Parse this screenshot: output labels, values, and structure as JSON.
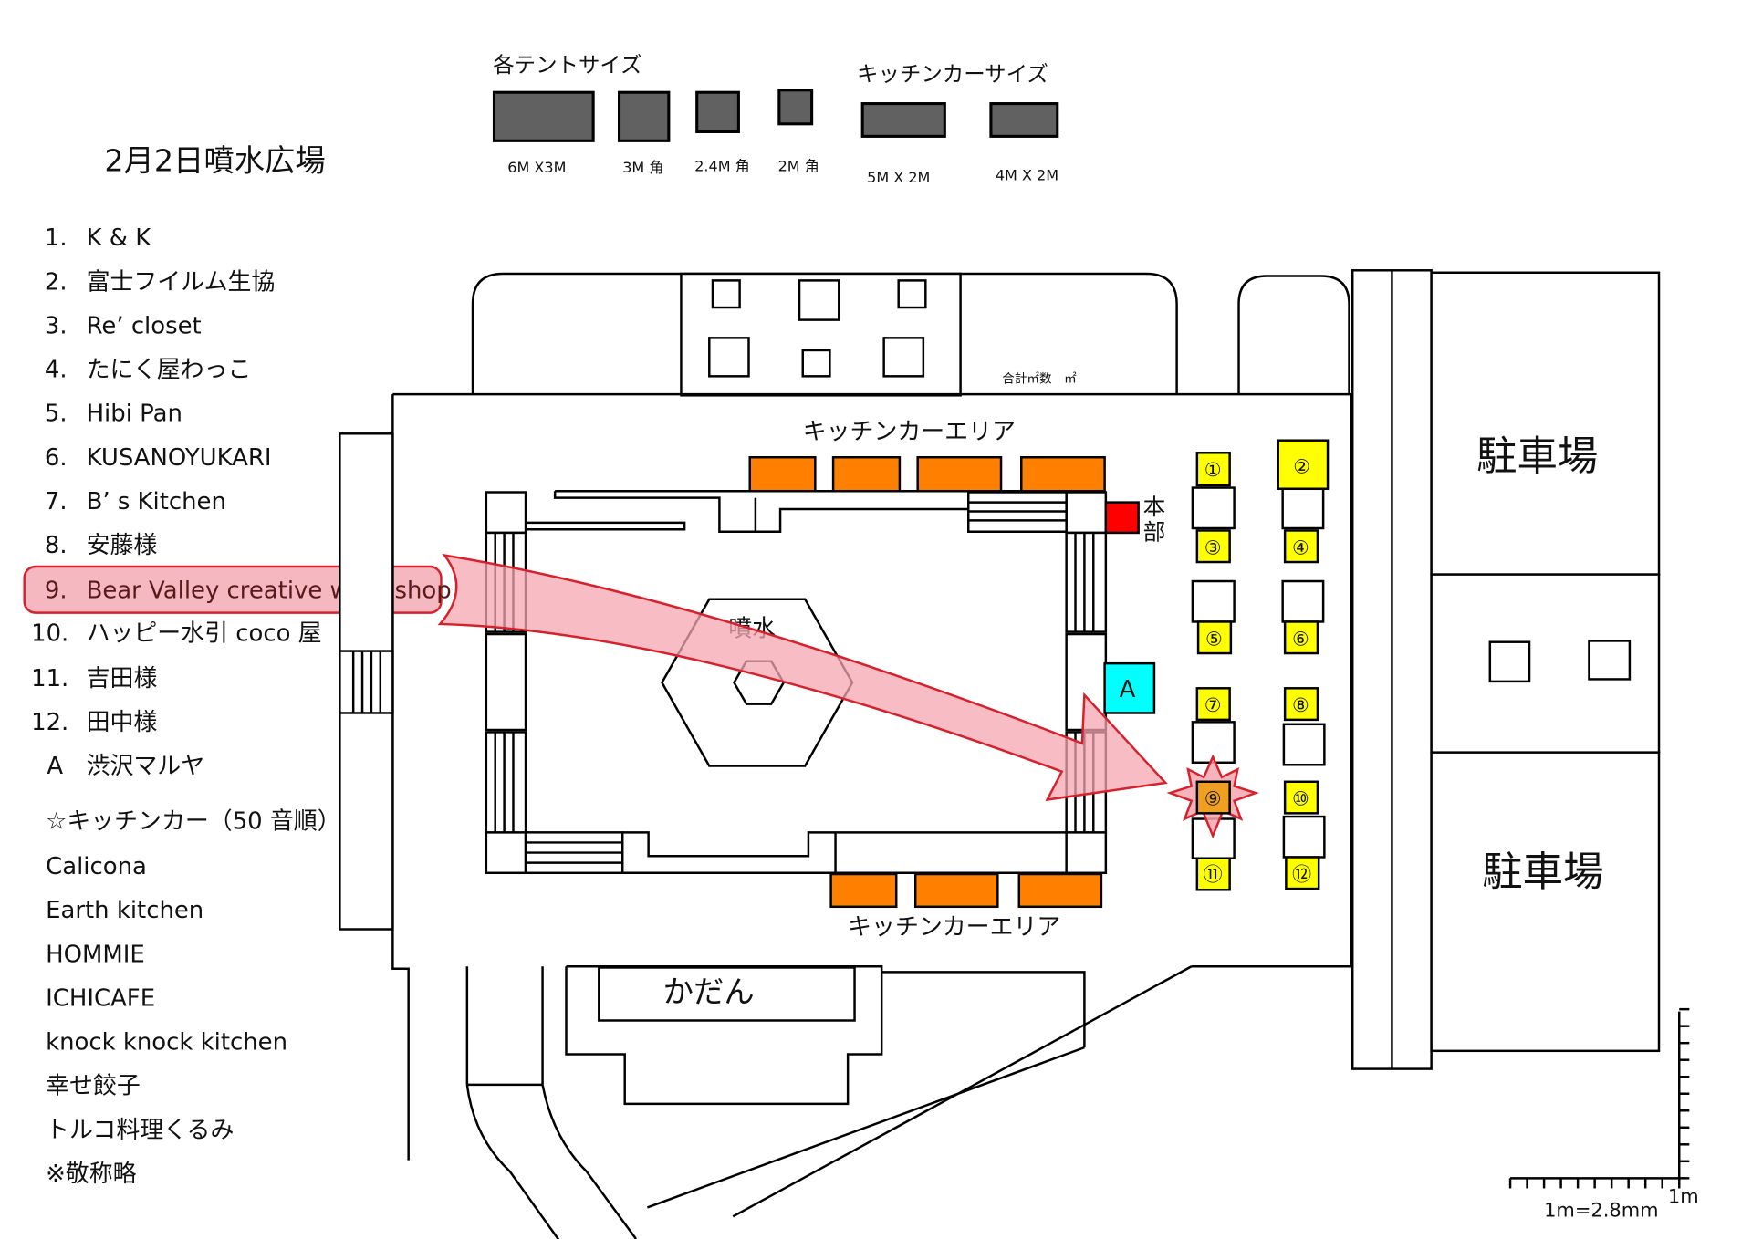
{
  "title": "2月2日噴水広場",
  "legend": {
    "tent_heading": "各テントサイズ",
    "tent_sizes": [
      "6M X3M",
      "3M 角",
      "2.4M 角",
      "2M 角"
    ],
    "kitchen_heading": "キッチンカーサイズ",
    "kitchen_sizes": [
      "5M X 2M",
      "4M X 2M"
    ]
  },
  "exhibitors": [
    {
      "num": "1.",
      "name": "K & K"
    },
    {
      "num": "2.",
      "name": "富士フイルム生協"
    },
    {
      "num": "3.",
      "name": "Re’ closet"
    },
    {
      "num": "4.",
      "name": "たにく屋わっこ"
    },
    {
      "num": "5.",
      "name": "Hibi Pan"
    },
    {
      "num": "6.",
      "name": "KUSANOYUKARI"
    },
    {
      "num": "7.",
      "name": "B’ s  Kitchen"
    },
    {
      "num": "8.",
      "name": "安藤様"
    },
    {
      "num": "9.",
      "name": "Bear Valley creative work shop"
    },
    {
      "num": "10.",
      "name": "ハッピー水引 coco 屋"
    },
    {
      "num": "11.",
      "name": "吉田様"
    },
    {
      "num": "12.",
      "name": "田中様"
    },
    {
      "num": "A",
      "name": "渋沢マルヤ"
    }
  ],
  "highlighted_exhibitor": 9,
  "kitchen_cars": {
    "heading": "☆キッチンカー（50 音順）",
    "items": [
      "Calicona",
      "Earth kitchen",
      "HOMMIE",
      "ICHICAFE",
      "knock knock kitchen",
      "幸せ餃子",
      "トルコ料理くるみ"
    ]
  },
  "note": "※敬称略",
  "map": {
    "kitchen_area_label": "キッチンカーエリア",
    "fountain_label": "噴水",
    "hq_label_1": "本",
    "hq_label_2": "部",
    "flowerbed_label": "かだん",
    "parking_label": "駐車場",
    "total_area_label": "合計㎡数　㎡",
    "booth_a_label": "A",
    "booth_labels": [
      "①",
      "②",
      "③",
      "④",
      "⑤",
      "⑥",
      "⑦",
      "⑧",
      "⑨",
      "⑩",
      "⑪",
      "⑫"
    ]
  },
  "scale": {
    "label": "1m=2.8mm",
    "unit_label": "1m"
  },
  "colors": {
    "kitchen_car": "#ff8000",
    "booth": "#ffff00",
    "highlight_booth": "#f0a020",
    "hq": "#ff0000",
    "booth_a": "#00ffff",
    "highlight": "#f4a6b0",
    "highlight_stroke": "#d9202a",
    "tent_sample": "#616161"
  }
}
